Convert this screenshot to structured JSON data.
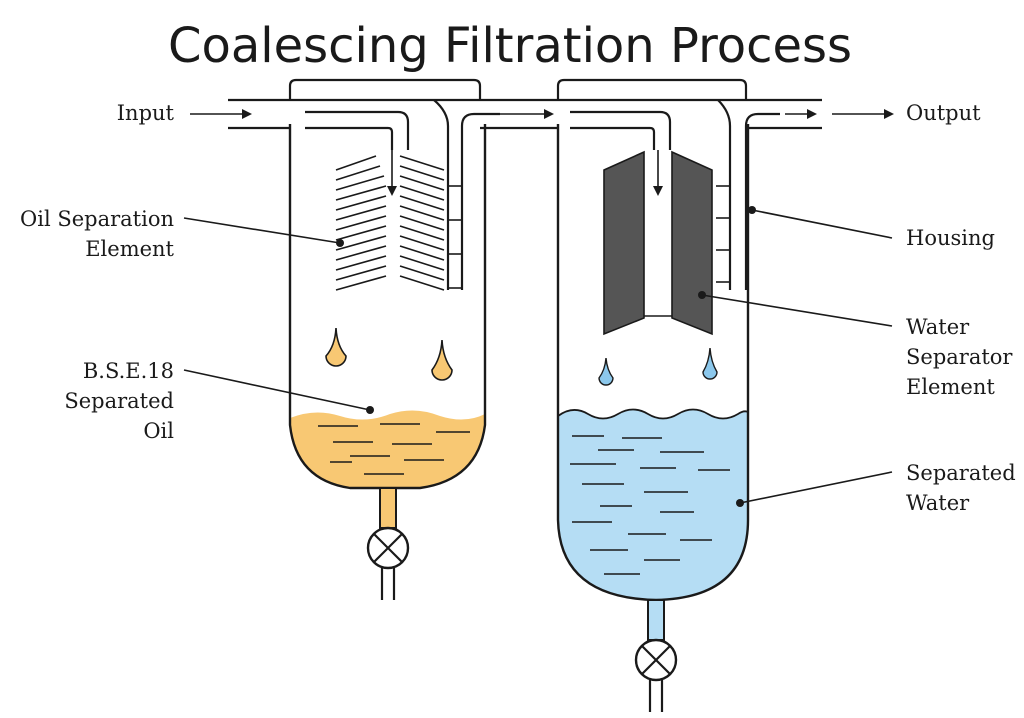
{
  "title": "Coalescing Filtration Process",
  "labels": {
    "input": "Input",
    "output": "Output",
    "oil_separation_element": [
      "Oil Separation",
      "Element"
    ],
    "separated_oil": [
      "B.S.E.18",
      "Separated",
      "Oil"
    ],
    "housing": "Housing",
    "water_separator_element": [
      "Water",
      "Separator",
      "Element"
    ],
    "separated_water": [
      "Separated",
      "Water"
    ]
  },
  "colors": {
    "oil": "#f8c873",
    "water": "#b5ddf4",
    "water_drop": "#8cc8ec",
    "water_element": "#555555",
    "line": "#1a1a1a",
    "background": "#ffffff"
  },
  "icons": {
    "valve": "valve-icon",
    "flow_arrow": "arrow-icon",
    "oil_droplet": "oil-droplet-icon",
    "water_droplet": "water-droplet-icon"
  }
}
